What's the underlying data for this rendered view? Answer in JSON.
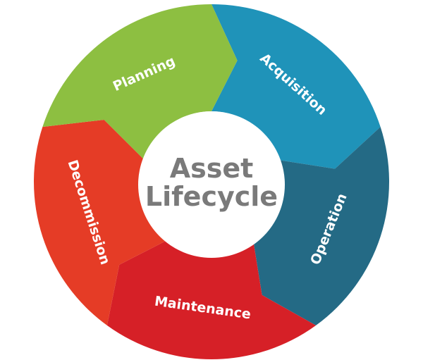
{
  "diagram": {
    "title_line1": "Asset",
    "title_line2": "Lifecycle",
    "segments": [
      {
        "label": "Acquisition",
        "color": "#1f93b9"
      },
      {
        "label": "Operation",
        "color": "#246a85"
      },
      {
        "label": "Maintenance",
        "color": "#d62027"
      },
      {
        "label": "Decommission",
        "color": "#e53c26"
      },
      {
        "label": "Planning",
        "color": "#8dbf41"
      }
    ],
    "center_color": "#ffffff",
    "title_color": "#7a7a7a"
  }
}
